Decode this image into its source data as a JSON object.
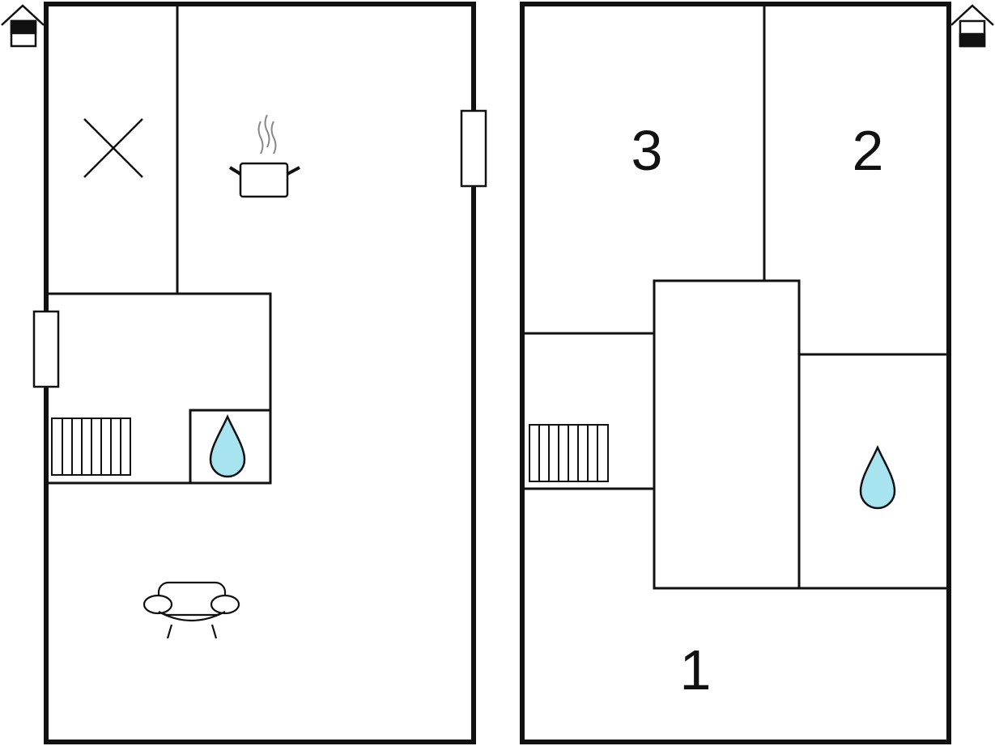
{
  "colors": {
    "wall": "#111111",
    "water": "#a8e4ef",
    "steam": "#888888",
    "background": "#ffffff"
  },
  "ground_floor": {
    "floor_icon": "house-ground-floor-icon",
    "icons": [
      "dining-table-icon",
      "cooking-pot-icon",
      "stairs-icon",
      "water-drop-icon",
      "sofa-icon",
      "window-icon"
    ]
  },
  "first_floor": {
    "floor_icon": "house-upper-floor-icon",
    "rooms": [
      {
        "label": "3"
      },
      {
        "label": "2"
      },
      {
        "label": "1"
      }
    ],
    "icons": [
      "stairs-icon",
      "water-drop-icon"
    ]
  }
}
